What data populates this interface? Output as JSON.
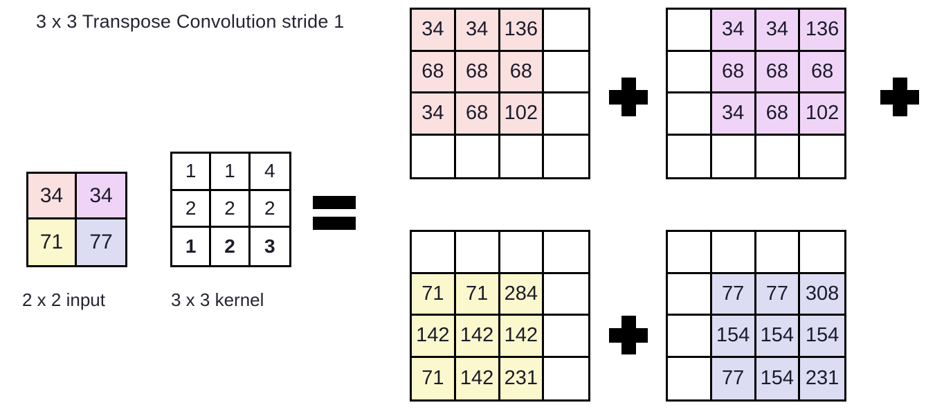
{
  "title": "3 x 3 Transpose Convolution stride 1",
  "colors": {
    "pink": "#fbe0e0",
    "purple": "#f0d4f8",
    "yellow": "#fbf8cd",
    "lavender": "#dcdcf2",
    "white": "#ffffff",
    "line": "#000000",
    "text": "#1b1b2a"
  },
  "input": {
    "caption": "2 x 2 input",
    "rows": 2,
    "cols": 2,
    "cells": [
      [
        {
          "value": "34",
          "fill": "pink"
        },
        {
          "value": "34",
          "fill": "purple"
        }
      ],
      [
        {
          "value": "71",
          "fill": "yellow"
        },
        {
          "value": "77",
          "fill": "lavender"
        }
      ]
    ]
  },
  "kernel": {
    "caption": "3 x 3 kernel",
    "rows": 3,
    "cols": 3,
    "cells": [
      [
        {
          "value": "1",
          "bold": false
        },
        {
          "value": "1",
          "bold": false
        },
        {
          "value": "4",
          "bold": false
        }
      ],
      [
        {
          "value": "2",
          "bold": false
        },
        {
          "value": "2",
          "bold": false
        },
        {
          "value": "2",
          "bold": false
        }
      ],
      [
        {
          "value": "1",
          "bold": true
        },
        {
          "value": "2",
          "bold": true
        },
        {
          "value": "3",
          "bold": true
        }
      ]
    ]
  },
  "operators": {
    "equals": "=",
    "plus": "+"
  },
  "outputs": [
    {
      "id": "out-pink",
      "name": "pink-contribution-grid",
      "fill": "pink",
      "rows": 4,
      "cols": 4,
      "offset_row": 0,
      "offset_col": 0,
      "cells": [
        [
          {
            "value": "34",
            "filled": true
          },
          {
            "value": "34",
            "filled": true
          },
          {
            "value": "136",
            "filled": true
          },
          {
            "value": "",
            "filled": false
          }
        ],
        [
          {
            "value": "68",
            "filled": true
          },
          {
            "value": "68",
            "filled": true
          },
          {
            "value": "68",
            "filled": true
          },
          {
            "value": "",
            "filled": false
          }
        ],
        [
          {
            "value": "34",
            "filled": true
          },
          {
            "value": "68",
            "filled": true
          },
          {
            "value": "102",
            "filled": true
          },
          {
            "value": "",
            "filled": false
          }
        ],
        [
          {
            "value": "",
            "filled": false
          },
          {
            "value": "",
            "filled": false
          },
          {
            "value": "",
            "filled": false
          },
          {
            "value": "",
            "filled": false
          }
        ]
      ]
    },
    {
      "id": "out-purple",
      "name": "purple-contribution-grid",
      "fill": "purple",
      "rows": 4,
      "cols": 4,
      "offset_row": 0,
      "offset_col": 1,
      "cells": [
        [
          {
            "value": "",
            "filled": false
          },
          {
            "value": "34",
            "filled": true
          },
          {
            "value": "34",
            "filled": true
          },
          {
            "value": "136",
            "filled": true
          }
        ],
        [
          {
            "value": "",
            "filled": false
          },
          {
            "value": "68",
            "filled": true
          },
          {
            "value": "68",
            "filled": true
          },
          {
            "value": "68",
            "filled": true
          }
        ],
        [
          {
            "value": "",
            "filled": false
          },
          {
            "value": "34",
            "filled": true
          },
          {
            "value": "68",
            "filled": true
          },
          {
            "value": "102",
            "filled": true
          }
        ],
        [
          {
            "value": "",
            "filled": false
          },
          {
            "value": "",
            "filled": false
          },
          {
            "value": "",
            "filled": false
          },
          {
            "value": "",
            "filled": false
          }
        ]
      ]
    },
    {
      "id": "out-yellow",
      "name": "yellow-contribution-grid",
      "fill": "yellow",
      "rows": 4,
      "cols": 4,
      "offset_row": 1,
      "offset_col": 0,
      "cells": [
        [
          {
            "value": "",
            "filled": false
          },
          {
            "value": "",
            "filled": false
          },
          {
            "value": "",
            "filled": false
          },
          {
            "value": "",
            "filled": false
          }
        ],
        [
          {
            "value": "71",
            "filled": true
          },
          {
            "value": "71",
            "filled": true
          },
          {
            "value": "284",
            "filled": true
          },
          {
            "value": "",
            "filled": false
          }
        ],
        [
          {
            "value": "142",
            "filled": true
          },
          {
            "value": "142",
            "filled": true
          },
          {
            "value": "142",
            "filled": true
          },
          {
            "value": "",
            "filled": false
          }
        ],
        [
          {
            "value": "71",
            "filled": true
          },
          {
            "value": "142",
            "filled": true
          },
          {
            "value": "231",
            "filled": true
          },
          {
            "value": "",
            "filled": false
          }
        ]
      ]
    },
    {
      "id": "out-lavender",
      "name": "lavender-contribution-grid",
      "fill": "lavender",
      "rows": 4,
      "cols": 4,
      "offset_row": 1,
      "offset_col": 1,
      "cells": [
        [
          {
            "value": "",
            "filled": false
          },
          {
            "value": "",
            "filled": false
          },
          {
            "value": "",
            "filled": false
          },
          {
            "value": "",
            "filled": false
          }
        ],
        [
          {
            "value": "",
            "filled": false
          },
          {
            "value": "77",
            "filled": true
          },
          {
            "value": "77",
            "filled": true
          },
          {
            "value": "308",
            "filled": true
          }
        ],
        [
          {
            "value": "",
            "filled": false
          },
          {
            "value": "154",
            "filled": true
          },
          {
            "value": "154",
            "filled": true
          },
          {
            "value": "154",
            "filled": true
          }
        ],
        [
          {
            "value": "",
            "filled": false
          },
          {
            "value": "77",
            "filled": true
          },
          {
            "value": "154",
            "filled": true
          },
          {
            "value": "231",
            "filled": true
          }
        ]
      ]
    }
  ]
}
